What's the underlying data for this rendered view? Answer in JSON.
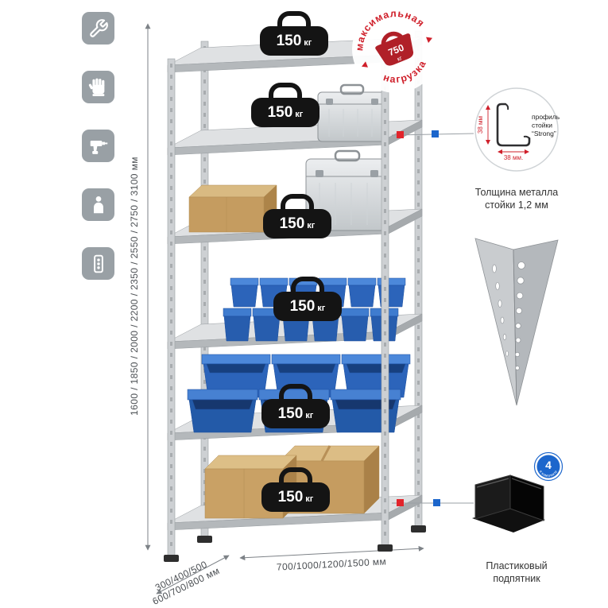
{
  "canvas": {
    "bg": "#ffffff"
  },
  "sidebar": {
    "icons": [
      {
        "id": "wrench-icon"
      },
      {
        "id": "work-glove-icon"
      },
      {
        "id": "drill-icon"
      },
      {
        "id": "person-icon"
      },
      {
        "id": "hardware-icon"
      }
    ]
  },
  "dims": {
    "height": "1600 / 1850 / 2000 / 2200 / 2350 / 2550 / 2750 / 3100 мм",
    "width": "700/1000/1200/1500 мм",
    "depth_line1": "300/400/500",
    "depth_line2": "600/700/800 мм"
  },
  "rack": {
    "shelves": [
      {
        "load": "150",
        "unit": "кг"
      },
      {
        "load": "150",
        "unit": "кг"
      },
      {
        "load": "150",
        "unit": "кг"
      },
      {
        "load": "150",
        "unit": "кг"
      },
      {
        "load": "150",
        "unit": "кг"
      },
      {
        "load": "150",
        "unit": "кг"
      }
    ]
  },
  "stamp": {
    "arc_top": "максимальная",
    "arc_bottom": "нагрузка",
    "value": "750",
    "unit": "кг",
    "color": "#cf1f2a"
  },
  "profile": {
    "label_line1": "профиль",
    "label_line2": "стойки",
    "label_line3": "“Strong”",
    "dim_vertical": "38 мм",
    "dim_horizontal": "38 мм.",
    "caption": "Толщина металла стойки 1,2 мм"
  },
  "foot": {
    "badge_value": "4",
    "badge_text": "в комплекте",
    "caption": "Пластиковый подпятник"
  },
  "colors": {
    "accent_red": "#e2242b",
    "accent_blue": "#1c66cc",
    "bin_blue": "#2c64ba",
    "metal": "#d3d6d8",
    "cardboard": "#c59c60"
  }
}
